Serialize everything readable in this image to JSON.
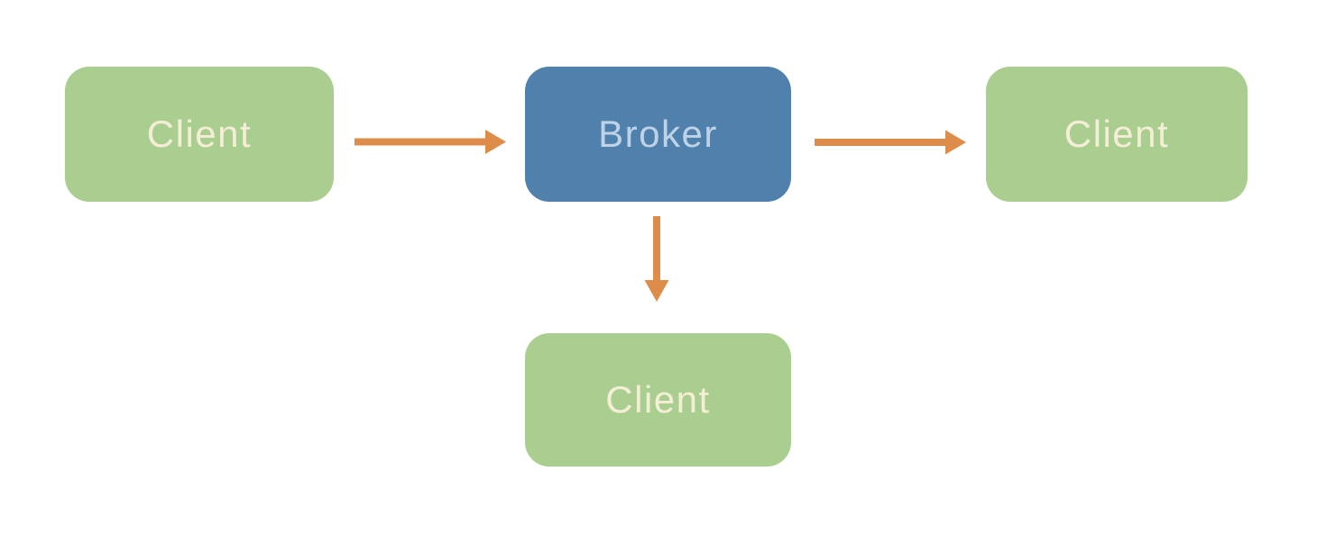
{
  "colors": {
    "client_fill": "#aace8f",
    "client_text": "#f4eed6",
    "broker_fill": "#5080ac",
    "broker_text": "#bfd3e8",
    "arrow": "#de8c49",
    "background": "#ffffff"
  },
  "nodes": [
    {
      "id": "client-left",
      "label": "Client",
      "type": "client"
    },
    {
      "id": "broker",
      "label": "Broker",
      "type": "broker"
    },
    {
      "id": "client-right",
      "label": "Client",
      "type": "client"
    },
    {
      "id": "client-bottom",
      "label": "Client",
      "type": "client"
    }
  ],
  "edges": [
    {
      "from": "client-left",
      "to": "broker",
      "direction": "right"
    },
    {
      "from": "broker",
      "to": "client-right",
      "direction": "right"
    },
    {
      "from": "broker",
      "to": "client-bottom",
      "direction": "down"
    }
  ]
}
